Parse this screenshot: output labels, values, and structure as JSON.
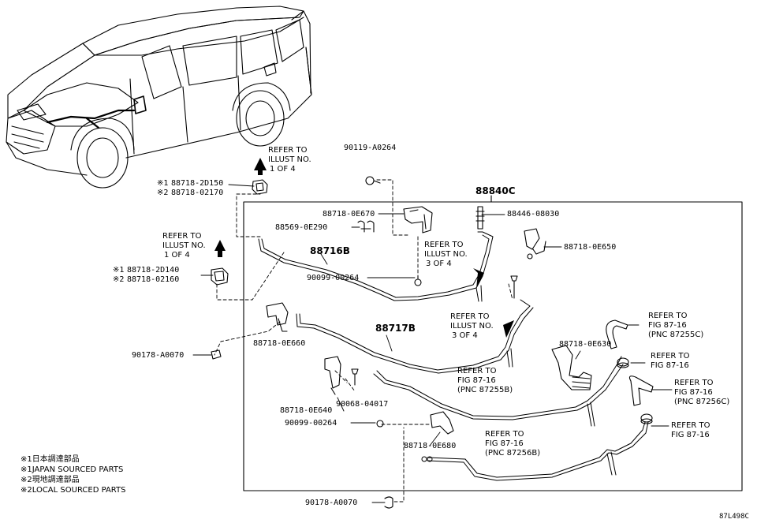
{
  "assembly": "88840C",
  "figure_code": "87L498C",
  "parts": {
    "p_2d150": "88718-2D150",
    "p_02170": "88718-02170",
    "p_2d140": "88718-2D140",
    "p_02160": "88718-02160",
    "p_a0264": "90119-A0264",
    "p_0e670": "88718-0E670",
    "p_0e290": "88569-0E290",
    "p_08030": "88446-08030",
    "p_0e650": "88718-0E650",
    "p_88716b": "88716B",
    "p_00264a": "90099-00264",
    "p_88717b": "88717B",
    "p_a0070a": "90178-A0070",
    "p_0e660": "88718-0E660",
    "p_0e630": "88718-0E630",
    "p_04017": "90068-04017",
    "p_0e640": "88718-0E640",
    "p_00264b": "90099-00264",
    "p_0e680": "88718-0E680",
    "p_a0070b": "90178-A0070"
  },
  "markers": {
    "m1": "※1",
    "m2": "※2"
  },
  "refs": {
    "illust_1of4_a": [
      "REFER TO",
      "ILLUST NO.",
      "1 OF 4"
    ],
    "illust_1of4_b": [
      "REFER TO",
      "ILLUST NO.",
      "1 OF 4"
    ],
    "illust_3of4_a": [
      "REFER TO",
      "ILLUST NO.",
      "3 OF 4"
    ],
    "illust_3of4_b": [
      "REFER TO",
      "ILLUST NO.",
      "3 OF 4"
    ],
    "fig_87255c": [
      "REFER TO",
      "FIG 87-16",
      "(PNC 87255C)"
    ],
    "fig_87_16_a": [
      "REFER TO",
      "FIG 87-16"
    ],
    "fig_87256c": [
      "REFER TO",
      "FIG 87-16",
      "(PNC 87256C)"
    ],
    "fig_87_16_b": [
      "REFER TO",
      "FIG 87-16"
    ],
    "fig_87255b": [
      "REFER TO",
      "FIG 87-16",
      "(PNC 87255B)"
    ],
    "fig_87256b": [
      "REFER TO",
      "FIG 87-16",
      "(PNC 87256B)"
    ]
  },
  "notes": [
    "※1日本調達部品",
    "※1JAPAN SOURCED PARTS",
    "※2現地調達部品",
    "※2LOCAL SOURCED PARTS"
  ]
}
